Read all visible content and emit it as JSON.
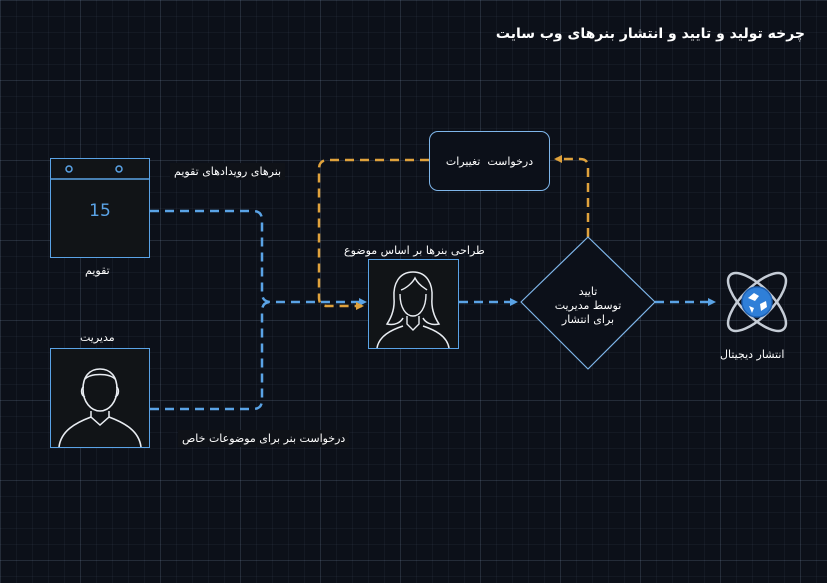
{
  "diagram": {
    "title": "چرخه تولید و تایید و انتشار بنرهای وب سایت",
    "nodes": {
      "calendar": {
        "label": "تقویم",
        "day": "15",
        "icon": "calendar-icon"
      },
      "management": {
        "label": "مدیریت",
        "icon": "person-icon"
      },
      "designer": {
        "label": "طراحی بنرها بر اساس موضوع",
        "icon": "person-female-icon"
      },
      "approval": {
        "line1": "تایید",
        "line2": "توسط مدیریت",
        "line3": "برای انتشار"
      },
      "change_request": {
        "label": "درخواست  تغییرات"
      },
      "publish": {
        "label": "انتشار دیجیتال",
        "icon": "atom-globe-icon"
      }
    },
    "edges": {
      "calendar_events": "بنرهای رویدادهای تقویم",
      "special_request": "درخواست بنر برای موضوعات خاص"
    },
    "colors": {
      "flow": "#5aa3e6",
      "feedback": "#e0a23c",
      "border": "#5aa3e6",
      "background": "#0c1019"
    }
  }
}
